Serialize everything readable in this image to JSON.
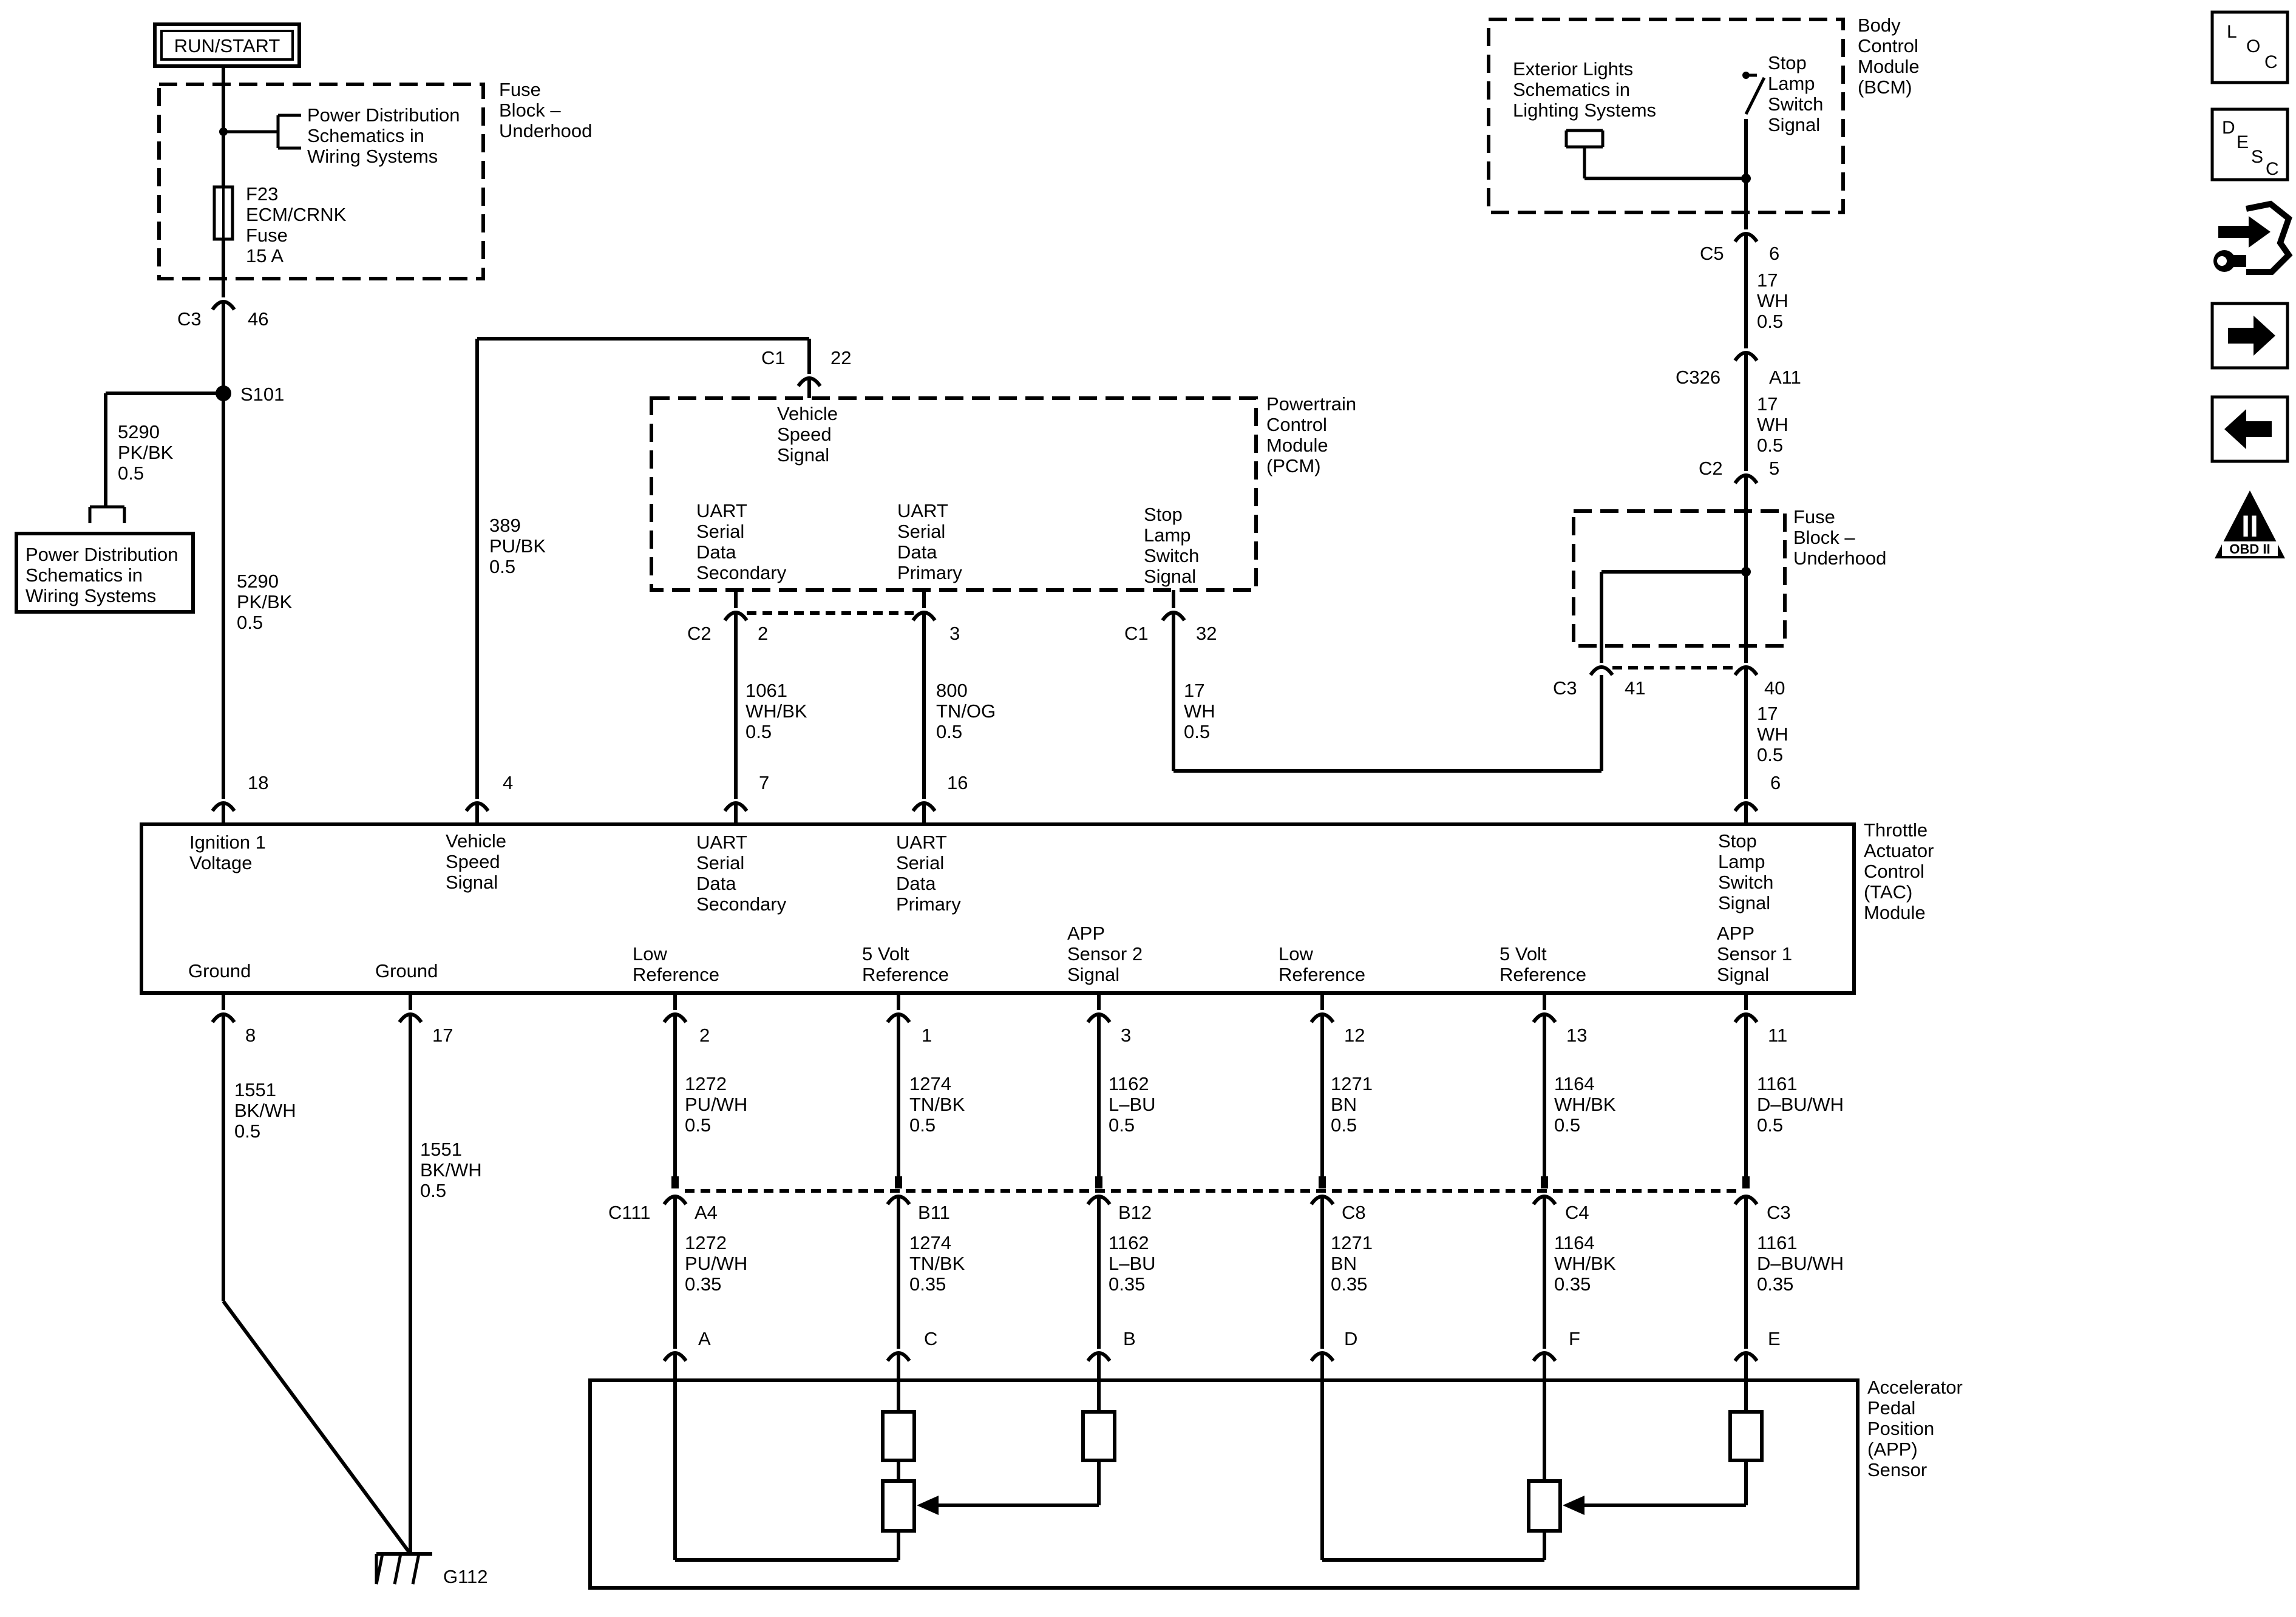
{
  "labels": {
    "run_start": "RUN/START",
    "fuse_block_top": [
      "Fuse",
      "Block –",
      "Underhood"
    ],
    "power_dist_top": [
      "Power Distribution",
      "Schematics in",
      "Wiring Systems"
    ],
    "power_dist_left": [
      "Power Distribution",
      "Schematics in",
      "Wiring Systems"
    ],
    "fuse_f23": [
      "F23",
      "ECM/CRNK",
      "Fuse",
      "15 A"
    ],
    "bcm": [
      "Body",
      "Control",
      "Module",
      "(BCM)"
    ],
    "exterior_lights": [
      "Exterior Lights",
      "Schematics in",
      "Lighting Systems"
    ],
    "stop_lamp_bcm": [
      "Stop",
      "Lamp",
      "Switch",
      "Signal"
    ],
    "pcm": [
      "Powertrain",
      "Control",
      "Module",
      "(PCM)"
    ],
    "pcm_vss": [
      "Vehicle",
      "Speed",
      "Signal"
    ],
    "pcm_uart_sec": [
      "UART",
      "Serial",
      "Data",
      "Secondary"
    ],
    "pcm_uart_pri": [
      "UART",
      "Serial",
      "Data",
      "Primary"
    ],
    "pcm_stop": [
      "Stop",
      "Lamp",
      "Switch",
      "Signal"
    ],
    "fuse_block_right": [
      "Fuse",
      "Block –",
      "Underhood"
    ],
    "tac": [
      "Throttle",
      "Actuator",
      "Control",
      "(TAC)",
      "Module"
    ],
    "tac_ign": [
      "Ignition 1",
      "Voltage"
    ],
    "tac_vss": [
      "Vehicle",
      "Speed",
      "Signal"
    ],
    "tac_uart_sec": [
      "UART",
      "Serial",
      "Data",
      "Secondary"
    ],
    "tac_uart_pri": [
      "UART",
      "Serial",
      "Data",
      "Primary"
    ],
    "tac_stop": [
      "Stop",
      "Lamp",
      "Switch",
      "Signal"
    ],
    "tac_ground1": [
      "Ground"
    ],
    "tac_ground2": [
      "Ground"
    ],
    "tac_lowref1": [
      "Low",
      "Reference"
    ],
    "tac_5vref1": [
      "5 Volt",
      "Reference"
    ],
    "tac_app2": [
      "APP",
      "Sensor 2",
      "Signal"
    ],
    "tac_lowref2": [
      "Low",
      "Reference"
    ],
    "tac_5vref2": [
      "5 Volt",
      "Reference"
    ],
    "tac_app1": [
      "APP",
      "Sensor 1",
      "Signal"
    ],
    "app_sensor": [
      "Accelerator",
      "Pedal",
      "Position",
      "(APP)",
      "Sensor"
    ],
    "s101": "S101",
    "g112": "G112"
  },
  "connectors": {
    "c3_top": "C3",
    "c3_top_pin": "46",
    "c1_pcm": "C1",
    "c1_pcm_pin": "22",
    "c2_pcm": "C2",
    "c2_pcm_pin2": "2",
    "c2_pcm_pin3": "3",
    "c1_stop": "C1",
    "c1_stop_pin": "32",
    "c5": "C5",
    "c5_pin": "6",
    "c326": "C326",
    "c326_pin": "A11",
    "c2_fuse": "C2",
    "c2_fuse_pin": "5",
    "c3_fuse": "C3",
    "c3_fuse_pin41": "41",
    "c3_fuse_pin40": "40",
    "tac_pin_ign": "18",
    "tac_pin_vss": "4",
    "tac_pin_sec": "7",
    "tac_pin_pri": "16",
    "tac_pin_stop": "6",
    "tac_pin_g1": "8",
    "tac_pin_g2": "17",
    "tac_pin_lr1": "2",
    "tac_pin_5v1": "1",
    "tac_pin_app2": "3",
    "tac_pin_lr2": "12",
    "tac_pin_5v2": "13",
    "tac_pin_app1": "11",
    "c111": "C111",
    "c111_a4": "A4",
    "c111_b11": "B11",
    "c111_b12": "B12",
    "c111_c8": "C8",
    "c111_c4": "C4",
    "c111_c3": "C3",
    "app_a": "A",
    "app_c": "C",
    "app_b": "B",
    "app_d": "D",
    "app_f": "F",
    "app_e": "E"
  },
  "wires": {
    "w5290_left": [
      "5290",
      "PK/BK",
      "0.5"
    ],
    "w5290_main": [
      "5290",
      "PK/BK",
      "0.5"
    ],
    "w389": [
      "389",
      "PU/BK",
      "0.5"
    ],
    "w1061": [
      "1061",
      "WH/BK",
      "0.5"
    ],
    "w800": [
      "800",
      "TN/OG",
      "0.5"
    ],
    "w17_pcm": [
      "17",
      "WH",
      "0.5"
    ],
    "w17_a": [
      "17",
      "WH",
      "0.5"
    ],
    "w17_b": [
      "17",
      "WH",
      "0.5"
    ],
    "w17_c": [
      "17",
      "WH",
      "0.5"
    ],
    "w1551_a": [
      "1551",
      "BK/WH",
      "0.5"
    ],
    "w1551_b": [
      "1551",
      "BK/WH",
      "0.5"
    ],
    "w1272_a": [
      "1272",
      "PU/WH",
      "0.5"
    ],
    "w1274_a": [
      "1274",
      "TN/BK",
      "0.5"
    ],
    "w1162_a": [
      "1162",
      "L–BU",
      "0.5"
    ],
    "w1271_a": [
      "1271",
      "BN",
      "0.5"
    ],
    "w1164_a": [
      "1164",
      "WH/BK",
      "0.5"
    ],
    "w1161_a": [
      "1161",
      "D–BU/WH",
      "0.5"
    ],
    "w1272_b": [
      "1272",
      "PU/WH",
      "0.35"
    ],
    "w1274_b": [
      "1274",
      "TN/BK",
      "0.35"
    ],
    "w1162_b": [
      "1162",
      "L–BU",
      "0.35"
    ],
    "w1271_b": [
      "1271",
      "BN",
      "0.35"
    ],
    "w1164_b": [
      "1164",
      "WH/BK",
      "0.35"
    ],
    "w1161_b": [
      "1161",
      "D–BU/WH",
      "0.35"
    ]
  },
  "nav": {
    "loc": [
      "L",
      "O",
      "C"
    ],
    "desc": [
      "D",
      "E",
      "S",
      "C"
    ],
    "connector_icon": "connector-end-view-icon",
    "next_icon": "arrow-right-icon",
    "prev_icon": "arrow-left-icon",
    "obd_numeral": "II",
    "obd_label": "OBD II"
  }
}
